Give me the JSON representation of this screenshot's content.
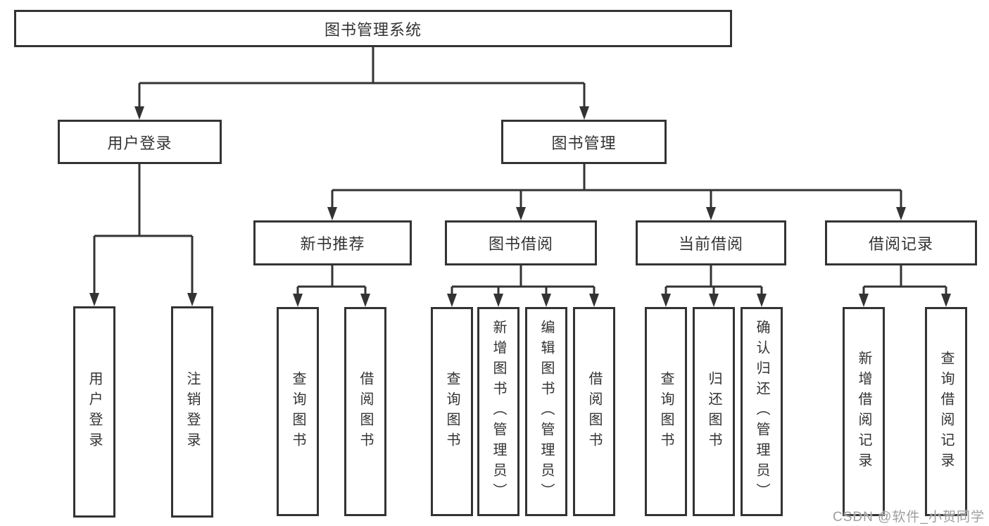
{
  "tree": {
    "root": "图书管理系统",
    "branches": [
      {
        "label": "用户登录",
        "children": [
          "用户登录",
          "注销登录"
        ]
      },
      {
        "label": "图书管理",
        "groups": [
          {
            "label": "新书推荐",
            "children": [
              "查询图书",
              "借阅图书"
            ]
          },
          {
            "label": "图书借阅",
            "children": [
              "查询图书",
              "新增图书（管理员）",
              "编辑图书（管理员）",
              "借阅图书"
            ]
          },
          {
            "label": "当前借阅",
            "children": [
              "查询图书",
              "归还图书",
              "确认归还（管理员）"
            ]
          },
          {
            "label": "借阅记录",
            "children": [
              "新增借阅记录",
              "查询借阅记录"
            ]
          }
        ]
      }
    ]
  },
  "watermark": {
    "text": "CSDN @软件_小贺同学"
  },
  "colors": {
    "line": "#333333",
    "text": "#333333",
    "watermark": "#9e9e9e",
    "background": "#ffffff"
  }
}
